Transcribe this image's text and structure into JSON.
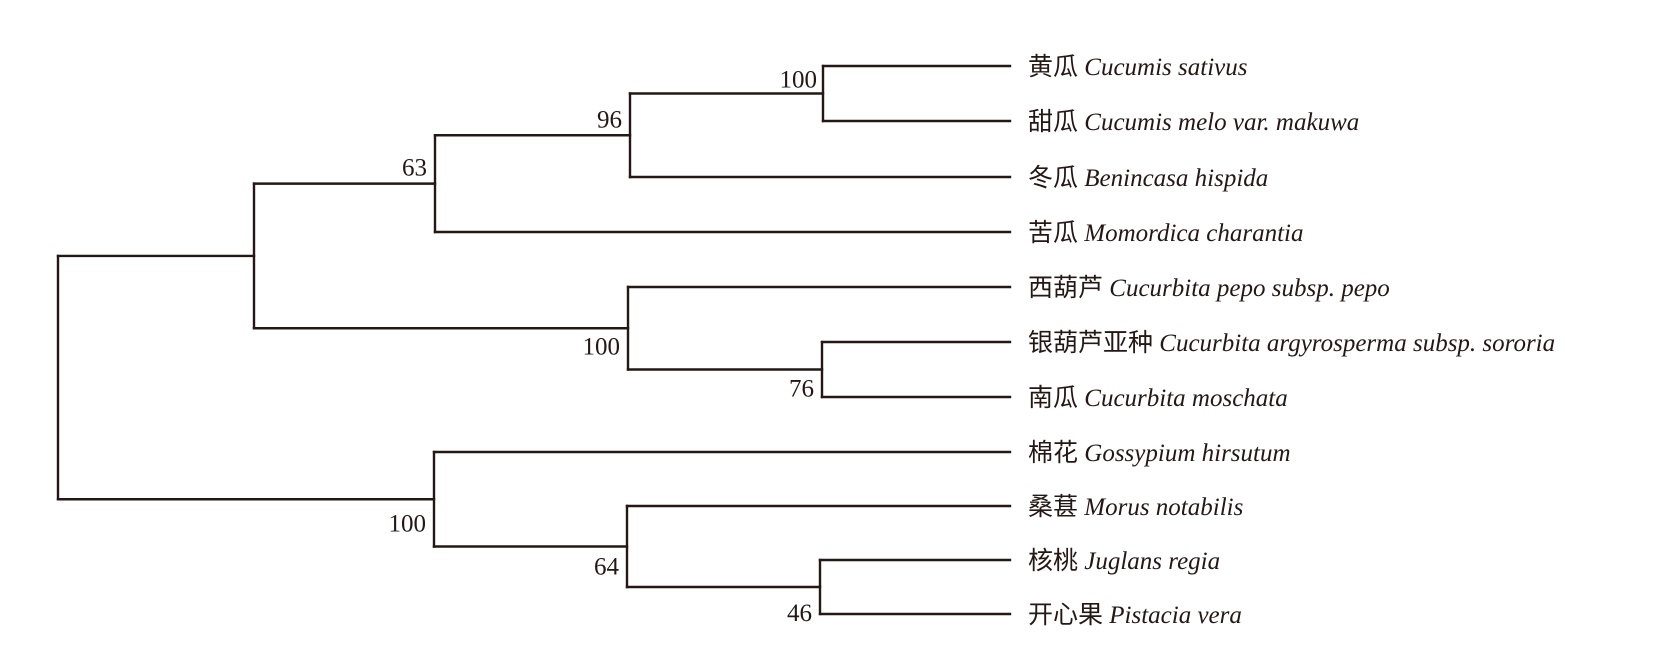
{
  "tree": {
    "taxa": [
      {
        "id": "cucumis-sativus",
        "cn": "黄瓜",
        "latin": "Cucumis sativus"
      },
      {
        "id": "cucumis-melo",
        "cn": "甜瓜",
        "latin": "Cucumis melo var. makuwa"
      },
      {
        "id": "benincasa-hispida",
        "cn": "冬瓜",
        "latin": "Benincasa hispida"
      },
      {
        "id": "momordica-charantia",
        "cn": "苦瓜",
        "latin": "Momordica charantia"
      },
      {
        "id": "cucurbita-pepo",
        "cn": "西葫芦",
        "latin": "Cucurbita pepo subsp. pepo"
      },
      {
        "id": "cucurbita-argyrosperma",
        "cn": "银葫芦亚种",
        "latin": "Cucurbita argyrosperma subsp. sororia"
      },
      {
        "id": "cucurbita-moschata",
        "cn": "南瓜",
        "latin": "Cucurbita moschata"
      },
      {
        "id": "gossypium-hirsutum",
        "cn": "棉花",
        "latin": "Gossypium hirsutum"
      },
      {
        "id": "morus-notabilis",
        "cn": "桑葚",
        "latin": "Morus notabilis"
      },
      {
        "id": "juglans-regia",
        "cn": "核桃",
        "latin": "Juglans regia"
      },
      {
        "id": "pistacia-vera",
        "cn": "开心果",
        "latin": "Pistacia vera"
      }
    ],
    "bootstrap": {
      "cucumis_pair": "100",
      "cucumis_benincasa": "96",
      "with_momordica": "63",
      "cucurbita_clade": "100",
      "argyrosperma_moschata": "76",
      "outgroup_clade": "100",
      "morus_juglans_pistacia": "64",
      "juglans_pistacia": "46"
    }
  }
}
